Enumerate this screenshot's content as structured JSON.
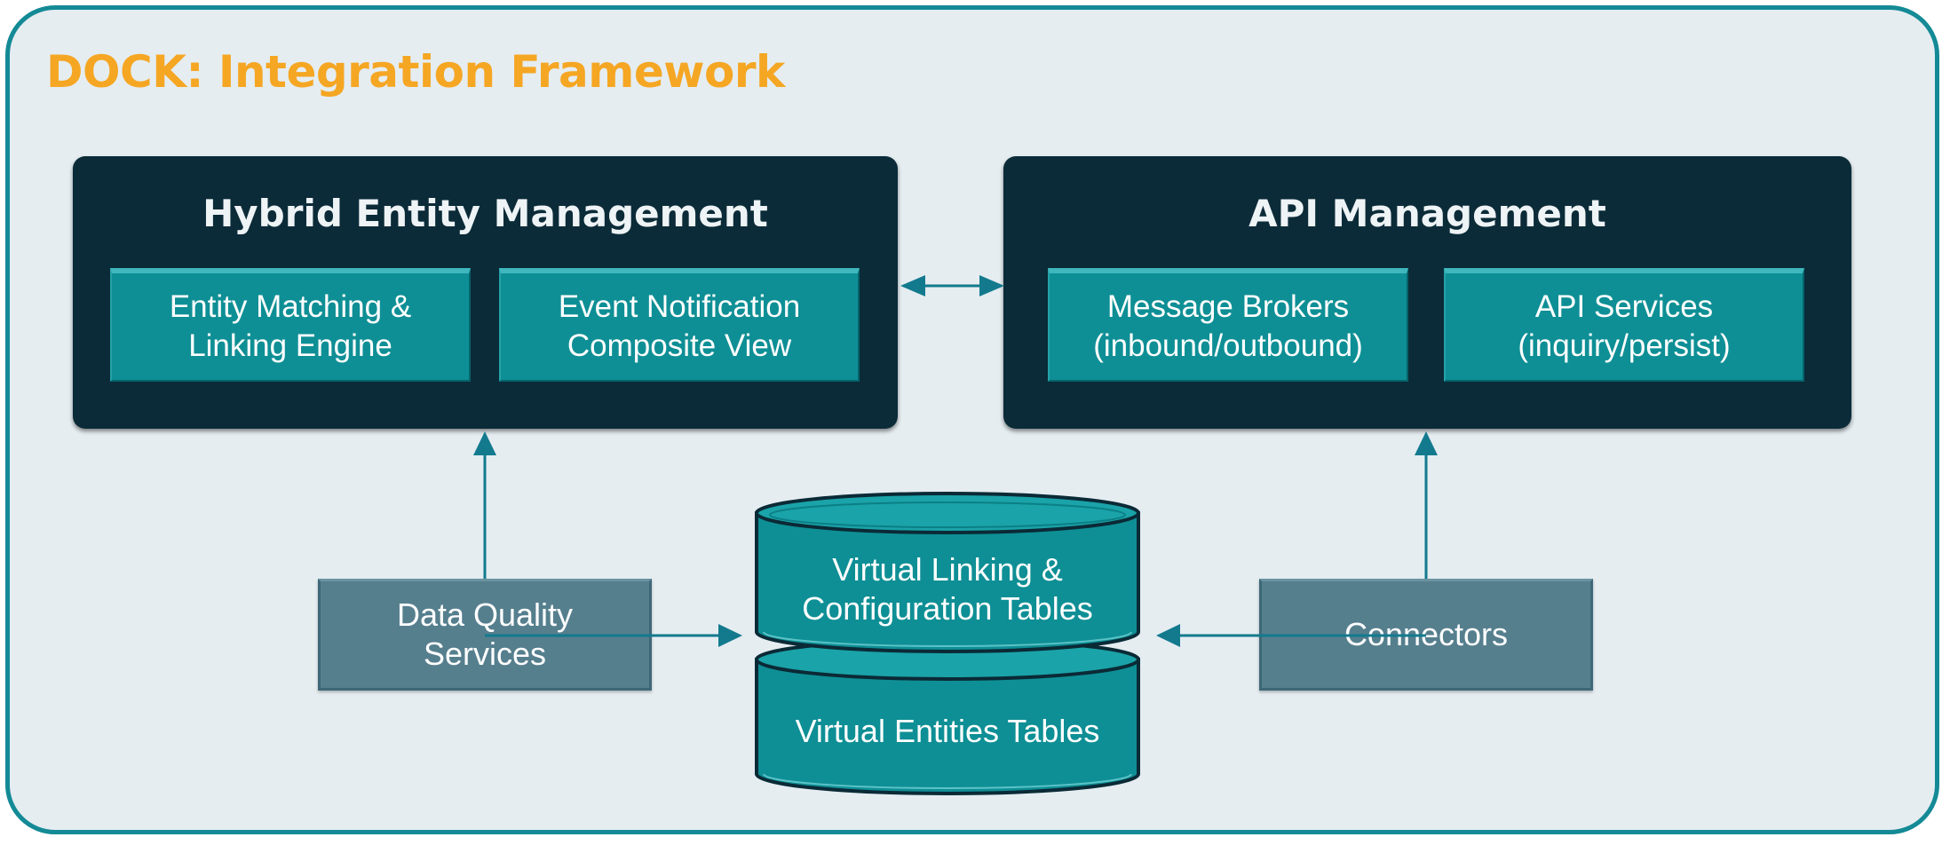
{
  "title": "DOCK: Integration Framework",
  "panels": {
    "hybrid": {
      "title": "Hybrid Entity Management",
      "modules": [
        {
          "line1": "Entity Matching &",
          "line2": "Linking Engine"
        },
        {
          "line1": "Event Notification",
          "line2": "Composite View"
        }
      ]
    },
    "api": {
      "title": "API Management",
      "modules": [
        {
          "line1": "Message Brokers",
          "line2": "(inbound/outbound)"
        },
        {
          "line1": "API Services",
          "line2": "(inquiry/persist)"
        }
      ]
    }
  },
  "sources": {
    "data_quality": {
      "line1": "Data Quality",
      "line2": "Services"
    },
    "connectors": {
      "line1": "Connectors"
    }
  },
  "database": {
    "top": {
      "line1": "Virtual Linking &",
      "line2": "Configuration Tables"
    },
    "bottom": {
      "line1": "Virtual Entities Tables"
    }
  },
  "colors": {
    "title": "#f5a623",
    "frame_border": "#148a96",
    "frame_fill": "#e5edf1",
    "panel": "#0b2b38",
    "module": "#0e8f95",
    "source_box": "#567f8e",
    "arrow": "#137a8e"
  }
}
